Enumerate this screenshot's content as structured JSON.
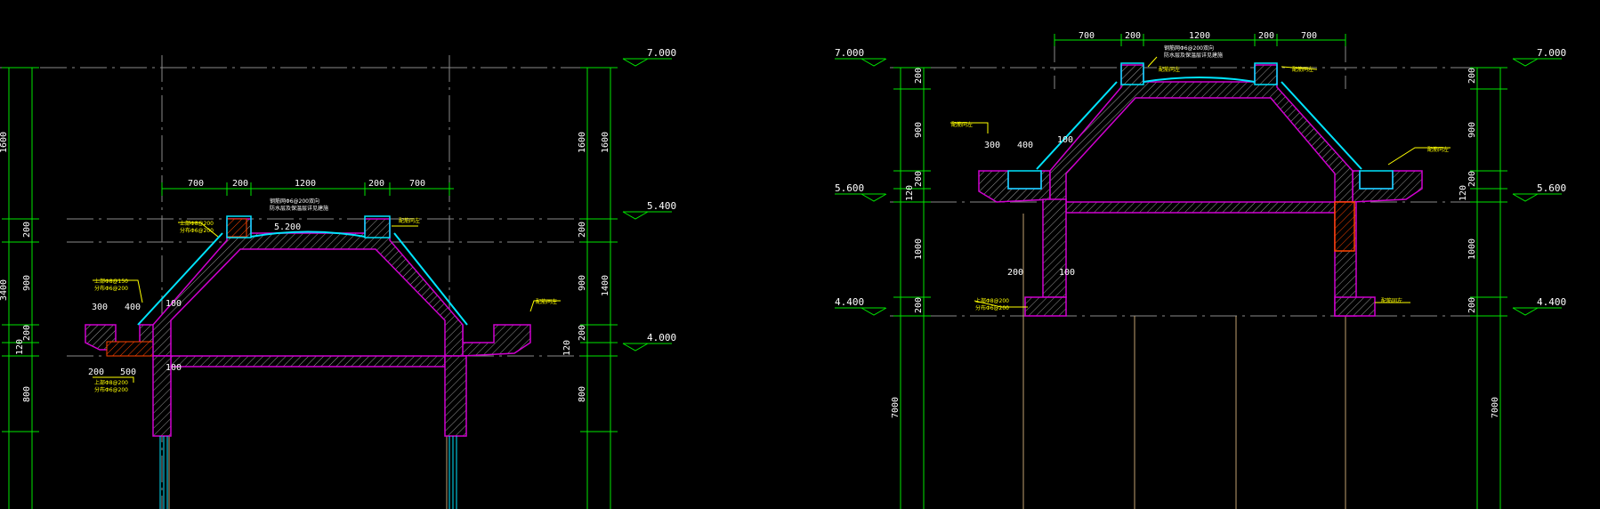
{
  "colors": {
    "background": "#000000",
    "dimension": "#00e600",
    "level_text": "#ffffff",
    "annotation": "#ffff00",
    "structure": "#bbbbbb",
    "outline": "#d000d0",
    "waterproof": "#00e5ff",
    "axis": "#8a8a8a",
    "highlight": "#ff4400",
    "centerline": "#c0a070"
  },
  "left_section": {
    "top_dims": [
      "700",
      "200",
      "1200",
      "200",
      "700"
    ],
    "left_vdims": [
      "1600",
      "200",
      "900",
      "200",
      "120",
      "800"
    ],
    "left_total": "3400",
    "right_vdims": [
      "1600",
      "200",
      "900",
      "200",
      "120",
      "800"
    ],
    "right_total": "1400",
    "levels": [
      "7.000",
      "5.400",
      "4.000"
    ],
    "ridge_level": "5.200",
    "gutter_dims": [
      "300",
      "400",
      "100"
    ],
    "base_dims": [
      "200",
      "500",
      "100"
    ],
    "notes": {
      "top": "钢筋网Φ6@200双向",
      "top2": "防水层及保温层详见建施",
      "left_top": "上部Φ8@200",
      "left_top2": "分布Φ6@200",
      "left_mid": "上部Φ8@150",
      "left_mid2": "分布Φ6@200",
      "left_low": "上部Φ8@200",
      "left_low2": "分布Φ6@200",
      "right_top": "配筋同左",
      "right_mid": "配筋同左"
    }
  },
  "right_section": {
    "top_dims": [
      "700",
      "200",
      "1200",
      "200",
      "700"
    ],
    "left_level_labels": [
      "7.000",
      "5.600",
      "4.400"
    ],
    "right_level_labels": [
      "7.000",
      "5.600",
      "4.400"
    ],
    "left_vdims": [
      "200",
      "900",
      "200",
      "120",
      "1000",
      "200"
    ],
    "left_total": "7000",
    "right_vdims": [
      "200",
      "900",
      "200",
      "120",
      "1000",
      "200"
    ],
    "right_total": "7000",
    "gutter_dims": [
      "300",
      "400",
      "100"
    ],
    "wall_dims": [
      "200",
      "100"
    ],
    "notes": {
      "top": "钢筋网Φ6@200双向",
      "top2": "防水层及保温层详见建施",
      "top_right": "配筋同左",
      "left_gutter": "配筋同左",
      "right_gutter": "配筋同左",
      "left_low": "上部Φ8@200",
      "left_low2": "分布Φ6@200",
      "right_low": "配筋同左"
    }
  }
}
